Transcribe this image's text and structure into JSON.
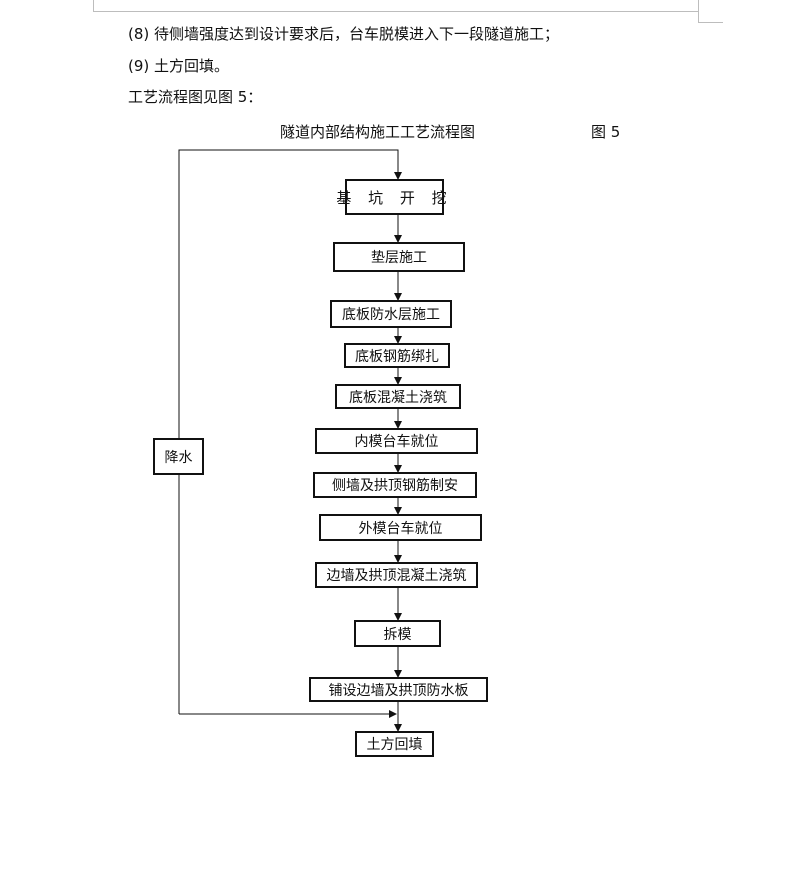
{
  "paragraphs": {
    "step8": "(8) 待侧墙强度达到设计要求后，台车脱模进入下一段隧道施工；",
    "step9": "(9) 土方回填。",
    "figure_ref": "工艺流程图见图 5："
  },
  "figure": {
    "title": "隧道内部结构施工工艺流程图",
    "number": "图 5",
    "side_box": "降水",
    "steps": [
      "基 坑 开 挖",
      "垫层施工",
      "底板防水层施工",
      "底板钢筋绑扎",
      "底板混凝土浇筑",
      "内模台车就位",
      "侧墙及拱顶钢筋制安",
      "外模台车就位",
      "边墙及拱顶混凝土浇筑",
      "拆模",
      "铺设边墙及拱顶防水板",
      "土方回填"
    ]
  }
}
